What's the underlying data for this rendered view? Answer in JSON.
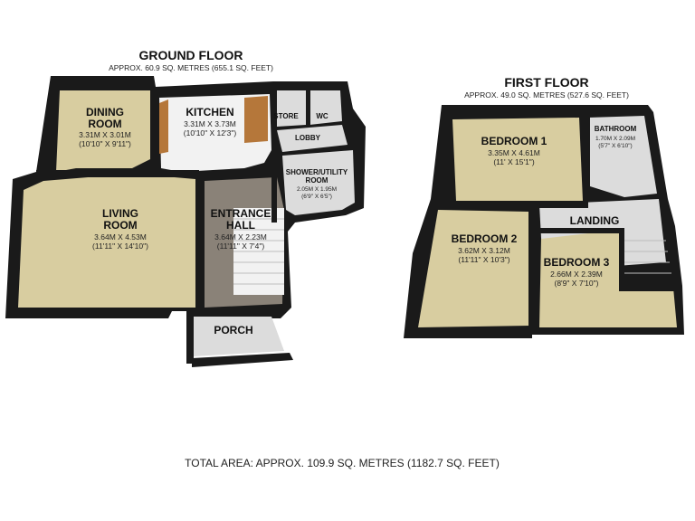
{
  "ground_floor": {
    "title": "GROUND FLOOR",
    "area": "APPROX. 60.9 SQ. METRES (655.1 SQ. FEET)",
    "rooms": {
      "dining": {
        "name": "DINING",
        "name2": "ROOM",
        "dim_m": "3.31M X 3.01M",
        "dim_ft": "(10'10\" X 9'11\")"
      },
      "kitchen": {
        "name": "KITCHEN",
        "dim_m": "3.31M X 3.73M",
        "dim_ft": "(10'10\" X 12'3\")"
      },
      "store": {
        "name": "STORE"
      },
      "wc": {
        "name": "WC"
      },
      "lobby": {
        "name": "LOBBY"
      },
      "shower": {
        "name": "SHOWER/UTILITY",
        "name2": "ROOM",
        "dim_m": "2.05M X 1.95M",
        "dim_ft": "(6'9\" X 6'5\")"
      },
      "living": {
        "name": "LIVING",
        "name2": "ROOM",
        "dim_m": "3.64M X 4.53M",
        "dim_ft": "(11'11\" X 14'10\")"
      },
      "hall": {
        "name": "ENTRANCE",
        "name2": "HALL",
        "dim_m": "3.64M X 2.23M",
        "dim_ft": "(11'11\" X 7'4\")"
      },
      "porch": {
        "name": "PORCH"
      }
    }
  },
  "first_floor": {
    "title": "FIRST FLOOR",
    "area": "APPROX. 49.0 SQ. METRES (527.6 SQ. FEET)",
    "rooms": {
      "bedroom1": {
        "name": "BEDROOM 1",
        "dim_m": "3.35M X 4.61M",
        "dim_ft": "(11' X 15'1\")"
      },
      "bathroom": {
        "name": "BATHROOM",
        "dim_m": "1.70M X 2.09M",
        "dim_ft": "(5'7\" X 6'10\")"
      },
      "landing": {
        "name": "LANDING"
      },
      "bedroom2": {
        "name": "BEDROOM 2",
        "dim_m": "3.62M X 3.12M",
        "dim_ft": "(11'11\" X 10'3\")"
      },
      "bedroom3": {
        "name": "BEDROOM 3",
        "dim_m": "2.66M X 2.39M",
        "dim_ft": "(8'9\" X 7'10\")"
      }
    }
  },
  "total_area": "TOTAL AREA: APPROX. 109.9 SQ. METRES (1182.7 SQ. FEET)"
}
